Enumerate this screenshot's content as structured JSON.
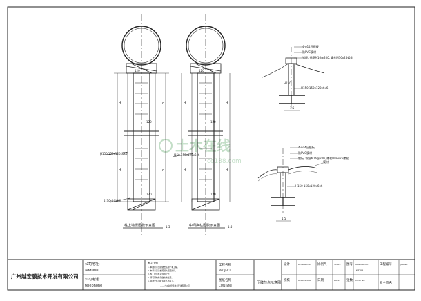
{
  "drawing": {
    "left_detail": {
      "dim_labels": [
        "120",
        "120",
        "120"
      ],
      "section_marks": [
        "d",
        "d",
        "d",
        "d"
      ],
      "callout_plate": "H150 150x120x6x6",
      "callout_bolt": "4*30x16钢板",
      "caption": "柱上墙檩压膜示意图",
      "caption_num": "1:5"
    },
    "mid_detail": {
      "dim_labels": [
        "120",
        "120",
        "120"
      ],
      "section_marks": [
        "d",
        "d",
        "d",
        "d"
      ],
      "callout_plate": "H150 150x120x6x6",
      "caption": "中间换柱压膜示意图",
      "caption_num": "1:5"
    },
    "right_top": {
      "callouts": [
        "4-φ14压膜板",
        "防PVC膜材",
        "钢板, 钢筋M16@200, 螺栓M16x25螺栓"
      ],
      "member": "H150 150x120x6x6",
      "dim": "H150",
      "label": "1:5"
    },
    "right_bottom": {
      "callouts": [
        "4-φ14压膜板",
        "防PVC膜材",
        "钢板, 钢筋M16@200, 螺栓M16x25螺栓",
        "膜材"
      ],
      "member": "H150 150x120x6x6",
      "label": "1:5"
    },
    "watermark": "土木在线",
    "watermark_sub": "co188.com"
  },
  "title_block": {
    "company": "广州越宏膜技术开发有限公司",
    "address_label": "公司地址:",
    "address_value": "address",
    "phone_label": "公司电话:",
    "phone_value": "telephone",
    "notes_title": "备注: 说明",
    "notes": [
      "1. 本图所示压膜做法适用于本工程。",
      "2. 未尽事宜请参照相关规范执行。",
      "3. 施工前应核对现场尺寸。",
      "4. 所有钢构件须做防锈处理。",
      "5. 膜材安装须由专业人员施工。"
    ],
    "notes_footer": "—— 广州越宏膜技术开发有限公司",
    "project_cn": "工程名称",
    "project_en": "PROJECT",
    "drawing_name_cn": "图纸名称",
    "drawing_name_en": "CONTENT",
    "drawing_title": "压膜节点示意图",
    "design_cn": "设计",
    "design_en": "DESIGNED BY",
    "checker_cn": "校核",
    "approved_en": "APPROVED BY",
    "proportion_cn": "比例尺",
    "scale_en": "SCALE",
    "date_cn": "日期",
    "date_en": "DATE",
    "drawing_no_cn": "图号",
    "drawing_no_en": "DRAWING NO.",
    "drawing_no_value": "KZ-05",
    "sheet_cn": "张数",
    "sheet_en": "SHEET NO.",
    "job_cn": "工程编号",
    "job_en": "JOB NO.",
    "owner_sign": "业主签名"
  }
}
